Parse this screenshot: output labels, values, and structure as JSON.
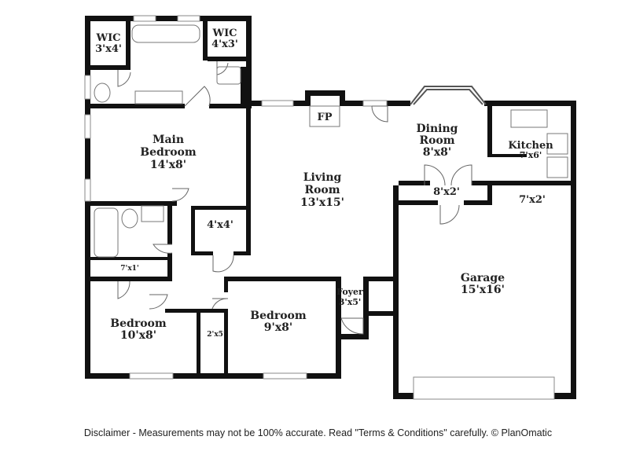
{
  "rooms": {
    "wic_left": {
      "name": "WIC",
      "dims": "3'x4'"
    },
    "wic_right": {
      "name": "WIC",
      "dims": "4'x3'"
    },
    "main_bedroom": {
      "line1": "Main",
      "line2": "Bedroom",
      "dims": "14'x8'"
    },
    "closet_4x4": {
      "dims": "4'x4'"
    },
    "living_room": {
      "line1": "Living",
      "line2": "Room",
      "dims": "13'x15'"
    },
    "fireplace": {
      "name": "FP"
    },
    "dining_room": {
      "line1": "Dining",
      "line2": "Room",
      "dims": "8'x8'"
    },
    "kitchen": {
      "name": "Kitchen",
      "dims": "7'x6'"
    },
    "hall_8x2": {
      "dims": "8'x2'"
    },
    "garage_7x2": {
      "dims": "7'x2'"
    },
    "garage": {
      "name": "Garage",
      "dims": "15'x16'"
    },
    "foyer": {
      "name": "Foyer",
      "dims": "3'x5'"
    },
    "linen_7x1": {
      "dims": "7'x1'"
    },
    "bedroom_left": {
      "name": "Bedroom",
      "dims": "10'x8'"
    },
    "closet_2x5": {
      "dims": "2'x5'"
    },
    "bedroom_center": {
      "name": "Bedroom",
      "dims": "9'x8'"
    }
  },
  "disclaimer": "Disclaimer - Measurements may not be 100% accurate. Read \"Terms & Conditions\" carefully. © PlanOmatic"
}
